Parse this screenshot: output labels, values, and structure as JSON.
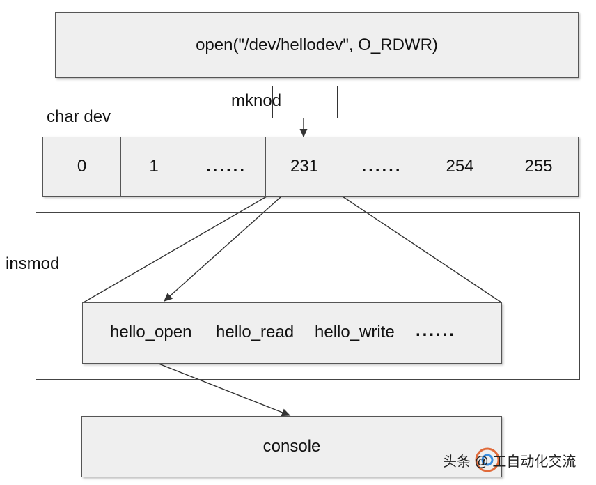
{
  "top_call": "open(\"/dev/hellodev\", O_RDWR)",
  "mknod_label": "mknod",
  "char_dev_label": "char dev",
  "cells": [
    "0",
    "1",
    "......",
    "231",
    "......",
    "254",
    "255"
  ],
  "insmod_label": "insmod",
  "functions": [
    "hello_open",
    "hello_read",
    "hello_write",
    "......"
  ],
  "console_label": "console",
  "watermark": {
    "text": "头条 @ 工自动化交流",
    "logo_icon": "circle-logo-icon"
  }
}
